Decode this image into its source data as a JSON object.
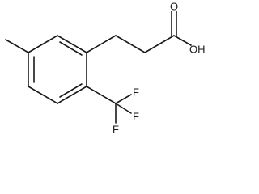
{
  "molecule": {
    "atom_labels": {
      "carbonyl_oxygen": "O",
      "hydroxyl": "OH",
      "fluorine_top": "F",
      "fluorine_right": "F",
      "fluorine_bottom": "F"
    }
  }
}
